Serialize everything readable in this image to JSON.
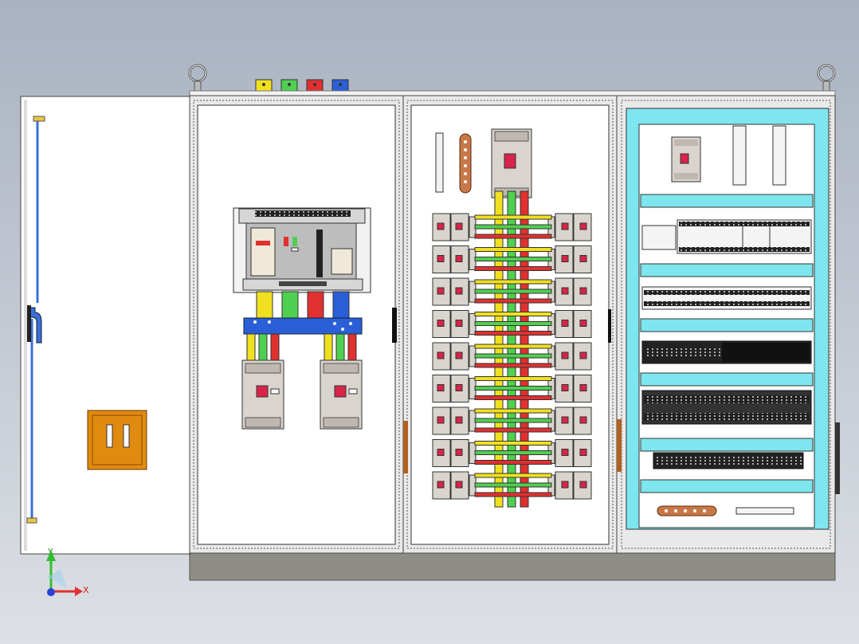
{
  "scene": {
    "view": "front",
    "colors": {
      "background_top": "#a9b2c1",
      "background_bottom": "#dde0e5",
      "cabinet_panel": "#ffffff",
      "cabinet_frame": "#e9e9e9",
      "plinth": "#8e8e86",
      "door_hinge_rail": "#3b6fd8",
      "terminal_lock": "#e08a10",
      "phase_L1": "#f0e020",
      "phase_L2": "#50d050",
      "phase_L3": "#e03030",
      "neutral": "#2a5fd8",
      "cable_duct": "#7ee6ee",
      "copper_bar": "#c87848",
      "breaker_body": "#d9d4cd",
      "breaker_handle": "#d8244a",
      "busbar_support": "#2a5fd8"
    },
    "breaker_rows_per_side": 9,
    "cells": [
      "door",
      "incoming",
      "distribution",
      "control"
    ]
  },
  "axis_triad": {
    "x_label": "X",
    "y_label": "Y",
    "x_icon": "x-axis-arrow-icon",
    "y_icon": "y-axis-arrow-icon",
    "z_icon": "z-axis-origin-icon"
  }
}
